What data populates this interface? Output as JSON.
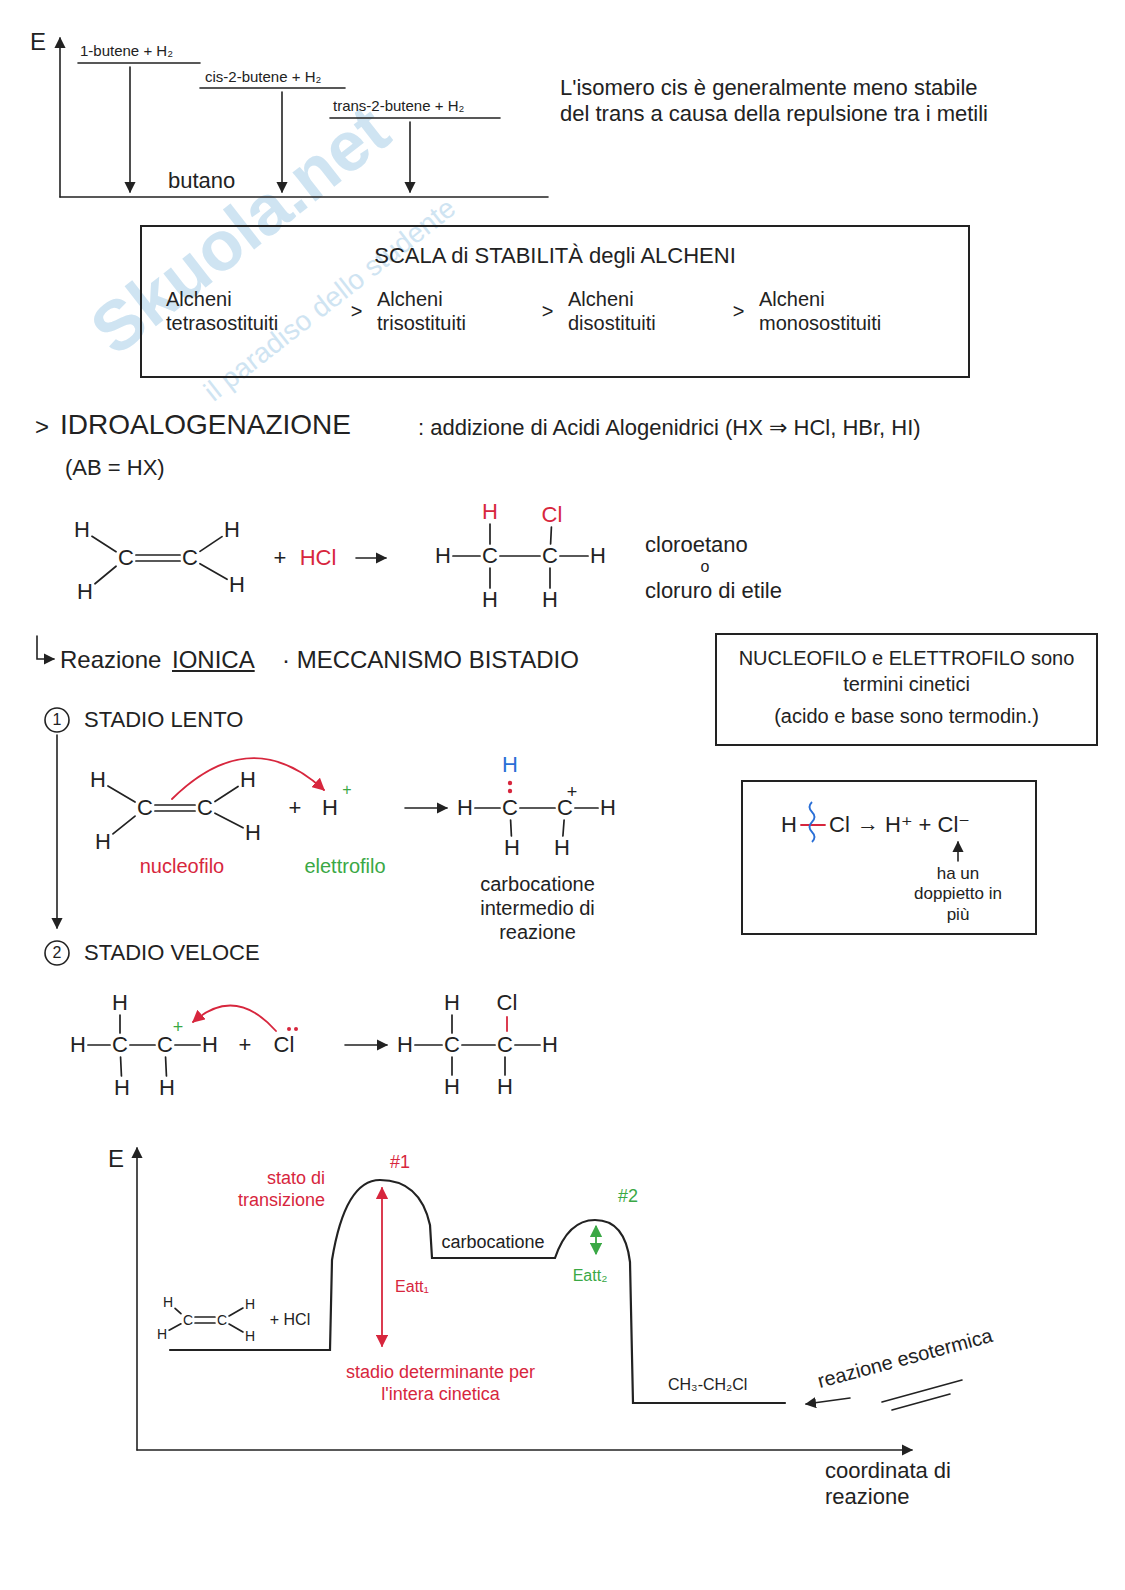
{
  "diagram": {
    "nodes": [
      {
        "text": [
          "SCALA di STABILITÀ degli ALCHENI",
          "Alcheni tetrasostituiti",
          ">",
          "Alcheni trisostituiti",
          ">",
          "Alcheni disostituiti",
          ">",
          "Alcheni monosostituiti"
        ]
      },
      {
        "text": [
          "NUCLEOFILO e ELETTROFILO sono termini cinetici",
          "(acido e base sono termodin.)"
        ]
      },
      {
        "text": [
          "H",
          "Cl",
          "→",
          "H⁺ + Cl⁻",
          "ha un doppietto in più"
        ]
      }
    ],
    "labels": [
      "E",
      "1-butene + H₂",
      "cis-2-butene + H₂",
      "trans-2-butene + H₂",
      "butano",
      "L'isomero cis è generalmente meno stabile del trans a causa della repulsione tra i metili",
      ">",
      "IDROALOGENAZIONE",
      ": addizione di Acidi Alogenidrici (HX ⇒ HCl, HBr, HI)",
      "(AB = HX)",
      "H",
      "C",
      "C",
      "H",
      "H",
      "H",
      "+",
      "HCl",
      "H",
      "C",
      "C",
      "H",
      "H",
      "Cl",
      "H",
      "H",
      "cloroetano",
      "o",
      "cloruro di etile",
      "Reazione",
      "IONICA",
      "· MECCANISMO BISTADIO",
      "1",
      "STADIO LENTO",
      "H",
      "C",
      "C",
      "H",
      "H",
      "H",
      "+",
      "H",
      "+",
      "nucleofilo",
      "elettrofilo",
      "H",
      "C",
      "C",
      "H",
      "H",
      "+",
      "H",
      "H",
      "carbocatione intermedio di reazione",
      "2",
      "STADIO VELOCE",
      "H",
      "C",
      "C",
      "H",
      "H",
      "+",
      "H",
      "H",
      "+",
      "Cl",
      "H",
      "C",
      "C",
      "H",
      "H",
      "Cl",
      "H",
      "H",
      "E",
      "stato di transizione",
      "#1",
      "carbocatione",
      "#2",
      "Eatt₂",
      "Eatt₁",
      "stadio determinante per l'intera cinetica",
      "H",
      "H",
      "C",
      "C",
      "H",
      "H",
      "+ HCl",
      "CH₃-CH₂Cl",
      "reazione esotermica",
      "coordinata di reazione",
      "Skuola.net",
      "il paradiso dello studente"
    ]
  }
}
